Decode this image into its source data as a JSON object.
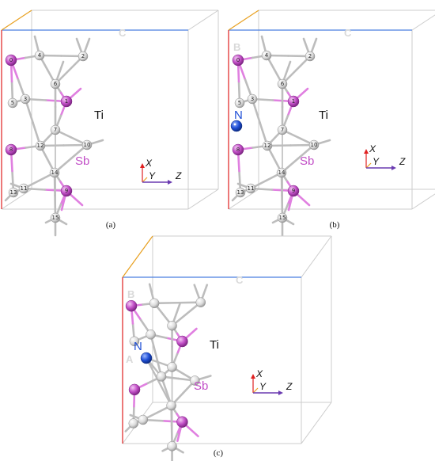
{
  "captions": {
    "a": "(a)",
    "b": "(b)",
    "c": "(c)"
  },
  "element_labels": {
    "titanium": "Ti",
    "antimony": "Sb",
    "nitrogen": "N"
  },
  "axis_labels": {
    "x": "X",
    "y": "Y",
    "z": "Z"
  },
  "cell_labels": {
    "a": "A",
    "b": "B",
    "c": "C"
  },
  "atom_numbers": [
    "0",
    "1",
    "2",
    "3",
    "4",
    "5",
    "6",
    "7",
    "8",
    "9",
    "10",
    "11",
    "12",
    "13",
    "14",
    "15"
  ],
  "colors": {
    "titanium": "#e8e8e8",
    "antimony": "#c24fc7",
    "antimony_bond": "#e080e0",
    "nitrogen": "#1f4fd6",
    "bond": "#bdbdbd",
    "cell_edge": "#cccccc",
    "axis_a": "#e02020",
    "axis_b": "#e8a020",
    "axis_c": "#4a7fe0"
  }
}
